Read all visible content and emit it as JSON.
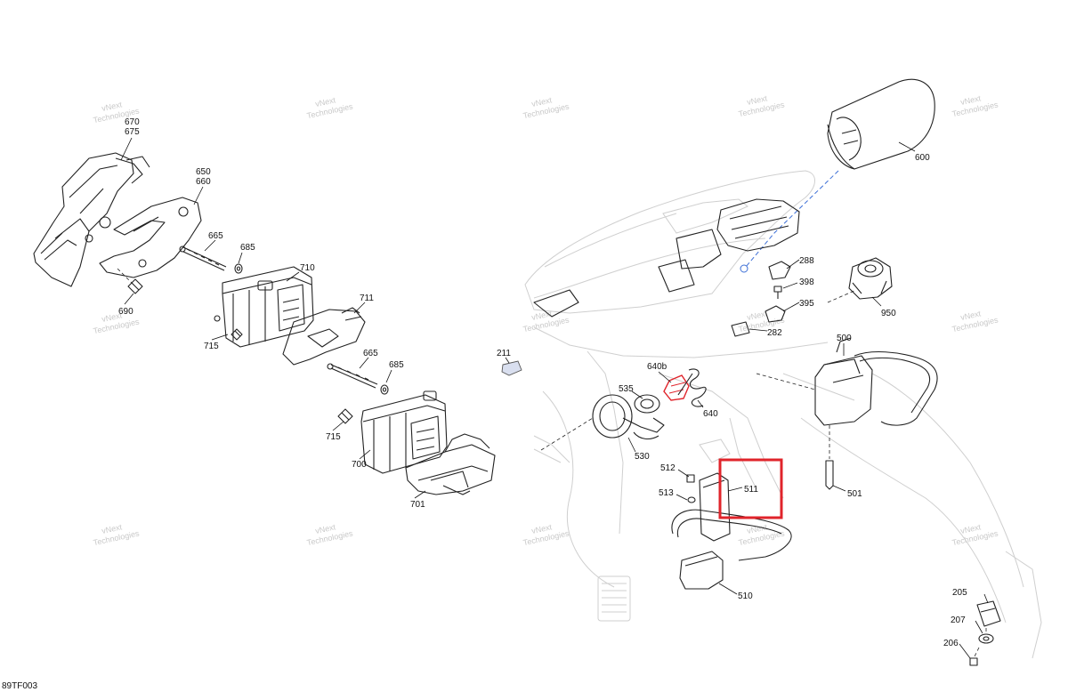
{
  "figure_code": "89TF003",
  "watermark_text": [
    "vNext",
    "Technologies"
  ],
  "highlight_color": "#e0242b",
  "ghost_color": "#cfcfcf",
  "callouts": [
    "670",
    "675",
    "650",
    "660",
    "665",
    "685",
    "710",
    "711",
    "690",
    "715",
    "665",
    "685",
    "715",
    "700",
    "701",
    "211",
    "535",
    "640b",
    "640",
    "530",
    "600",
    "288",
    "398",
    "395",
    "282",
    "950",
    "500",
    "501",
    "512",
    "511",
    "513",
    "510",
    "205",
    "207",
    "206"
  ]
}
